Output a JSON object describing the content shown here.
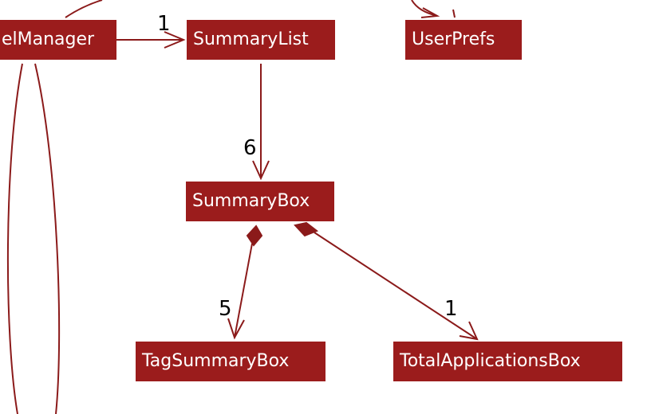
{
  "colors": {
    "box": "#9b1c1c",
    "edge": "#8b1a1a",
    "label": "#000000"
  },
  "nodes": {
    "model_manager": "elManager",
    "summary_list": "SummaryList",
    "user_prefs": "UserPrefs",
    "summary_box": "SummaryBox",
    "tag_summary_box": "TagSummaryBox",
    "total_applications_box": "TotalApplicationsBox"
  },
  "multiplicities": {
    "model_manager_to_summary_list": "1",
    "summary_list_to_summary_box": "6",
    "summary_box_to_tag_summary_box": "5",
    "summary_box_to_total_applications_box": "1"
  }
}
